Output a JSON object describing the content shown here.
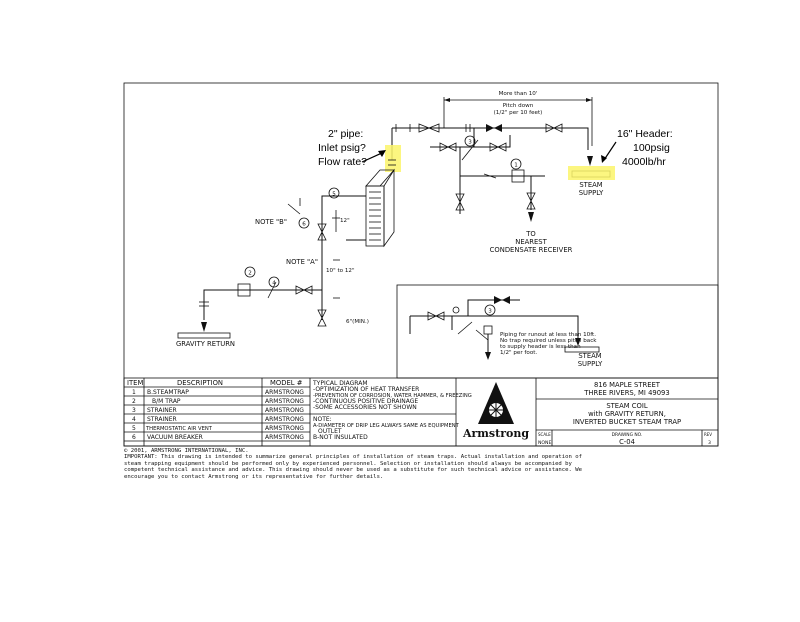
{
  "annotations": {
    "pipe_lines": [
      "2\" pipe:",
      "Inlet psig?",
      "Flow rate?"
    ],
    "header_lines": [
      "16\" Header:",
      "100psig",
      "4000lb/hr"
    ]
  },
  "dims": {
    "top_span": "More than 10'",
    "pitch_line1": "Pitch down",
    "pitch_line2": "(1/2\" per 10 feet)",
    "twelve": "12\"",
    "ten_to_twelve": "10\" to 12\"",
    "six_min": "6\"(MIN.)"
  },
  "labels": {
    "steam_supply_1": "STEAM",
    "steam_supply_2": "SUPPLY",
    "to_receiver_1": "TO",
    "to_receiver_2": "NEAREST",
    "to_receiver_3": "CONDENSATE RECEIVER",
    "gravity_return": "GRAVITY RETURN",
    "note_b": "NOTE \"B\"",
    "note_a": "NOTE \"A\"",
    "steam_supply_small_1": "STEAM",
    "steam_supply_small_2": "SUPPLY",
    "inset_note": [
      "Piping for runout at less than 10ft.",
      "No trap required unless pitch back",
      "to supply header is less than",
      "1/2\" per foot."
    ]
  },
  "callouts": [
    "1",
    "2",
    "3",
    "4",
    "5",
    "6",
    "3",
    "1",
    "3"
  ],
  "table": {
    "headers": [
      "ITEM",
      "DESCRIPTION",
      "MODEL #"
    ],
    "rows": [
      {
        "item": "1",
        "desc": "B.STEAMTRAP",
        "model": "ARMSTRONG"
      },
      {
        "item": "2",
        "desc": "B/M TRAP",
        "model": "ARMSTRONG"
      },
      {
        "item": "3",
        "desc": "STRAINER",
        "model": "ARMSTRONG"
      },
      {
        "item": "4",
        "desc": "STRAINER",
        "model": "ARMSTRONG"
      },
      {
        "item": "5",
        "desc": "THERMOSTATIC AIR VENT",
        "model": "ARMSTRONG"
      },
      {
        "item": "6",
        "desc": "VACUUM BREAKER",
        "model": "ARMSTRONG"
      }
    ],
    "typical": [
      "TYPICAL DIAGRAM",
      "-OPTIMIZATION OF HEAT TRANSFER",
      "-PREVENTION OF CORROSION, WATER HAMMER, & FREEZING",
      "-CONTINUOUS POSITIVE DRAINAGE",
      "-SOME ACCESSORIES NOT SHOWN"
    ],
    "notes": [
      "NOTE:",
      "A-DIAMETER OF DRIP LEG ALWAYS SAME AS EQUIPMENT",
      "OUTLET",
      "B-NOT INSULATED"
    ]
  },
  "title_block": {
    "brand": "Armstrong",
    "address1": "816 MAPLE STREET",
    "address2": "THREE RIVERS, MI 49093",
    "title1": "STEAM COIL",
    "title2": "with GRAVITY RETURN,",
    "title3": "INVERTED BUCKET STEAM TRAP",
    "scale_label": "SCALE",
    "scale_value": "NONE",
    "drawing_label": "DRAWING NO.",
    "drawing_value": "C-04",
    "rev_label": "REV",
    "rev_value": "3"
  },
  "footer": {
    "copyright": "© 2001, ARMSTRONG INTERNATIONAL, INC.",
    "important": "IMPORTANT: This drawing is intended to summarize general principles of installation of steam traps. Actual installation and operation of steam trapping equipment should be performed only by experienced personnel. Selection or installation should always be accompanied by competent technical assistance and advice. This drawing should never be used as a substitute for such technical advice or assistance. We encourage you to contact Armstrong or its representative for further details."
  },
  "colors": {
    "highlight": "#fbf56a",
    "ink": "#111111"
  }
}
